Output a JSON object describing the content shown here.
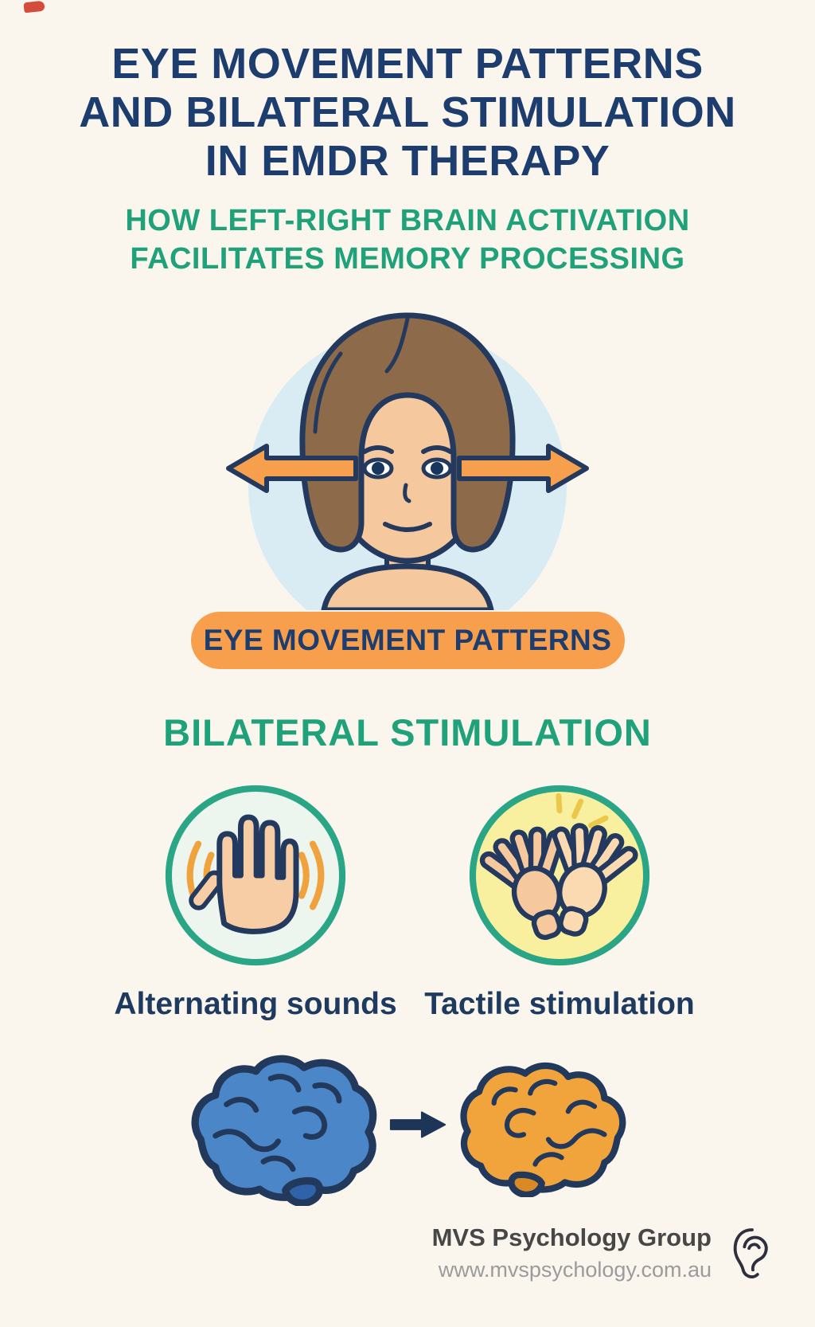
{
  "header": {
    "title_lines": [
      "EYE MOVEMENT PATTERNS",
      "AND BILATERAL STIMULATION",
      "IN EMDR THERAPY"
    ],
    "subtitle_lines": [
      "HOW LEFT-RIGHT BRAIN ACTIVATION",
      "FACILITATES MEMORY PROCESSING"
    ]
  },
  "eye_movement": {
    "banner_label": "EYE MOVEMENT PATTERNS",
    "illustration": "woman-face-with-bidirectional-eye-arrows"
  },
  "bilateral": {
    "heading": "BILATERAL STIMULATION",
    "items": [
      {
        "icon": "hand-sound-icon",
        "label": "Alternating sounds"
      },
      {
        "icon": "tapping-hands-icon",
        "label": "Tactile stimulation"
      }
    ]
  },
  "brain_flow": {
    "from_icon": "left-brain-icon",
    "connector_icon": "arrow-right-icon",
    "to_icon": "right-brain-icon"
  },
  "footer": {
    "org_name": "MVS Psychology Group",
    "website": "www.mvspsychology.com.au",
    "logo_icon": "ear-logo-icon"
  },
  "colors": {
    "background": "#faf6ee",
    "title_navy": "#1c3d6e",
    "teal": "#1fa179",
    "banner_orange": "#f89f4d",
    "outline_navy": "#24395e",
    "skin": "#f6c89e",
    "hair_brown": "#8d6a49",
    "halo_blue": "#d9ecf3",
    "wave_orange": "#f0a23c",
    "sound_circle_bg": "#edf6ee",
    "tactile_circle_bg": "#f8ef9f",
    "left_brain_blue": "#4a86c8",
    "right_brain_orange": "#f2a43c",
    "arrow_navy": "#1d3557"
  }
}
